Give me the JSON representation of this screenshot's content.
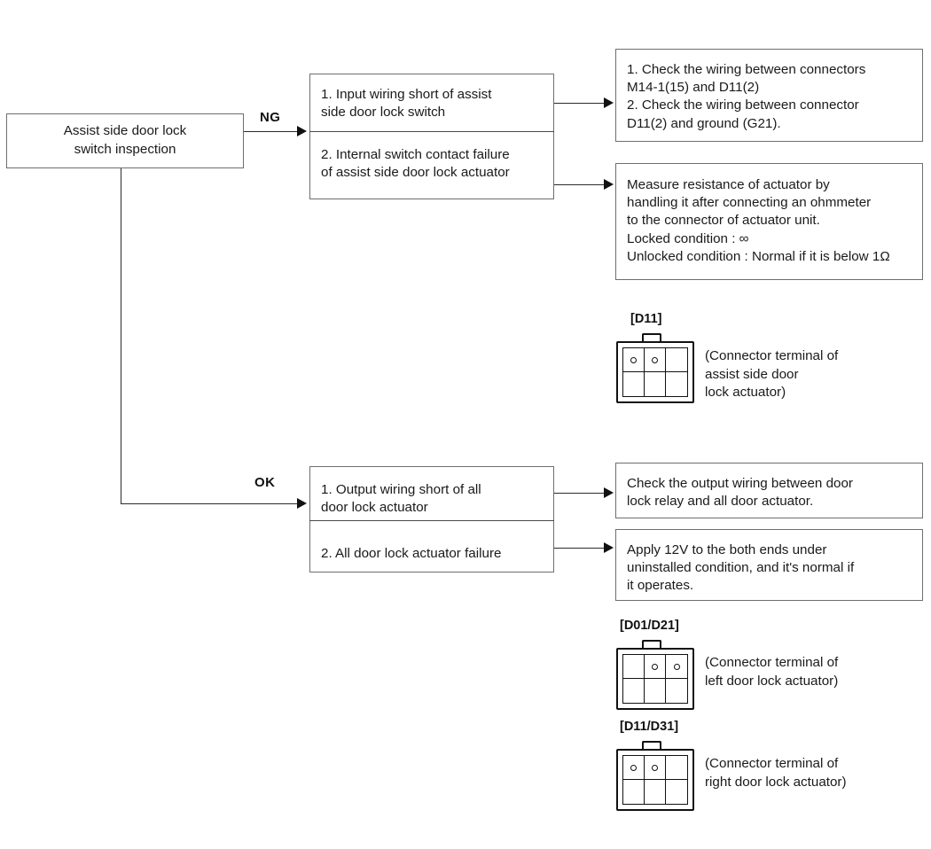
{
  "diagram": {
    "title": "Assist side door lock switch inspection",
    "start_box": {
      "text": "Assist side door lock\nswitch inspection"
    },
    "branches": {
      "ng_label": "NG",
      "ok_label": "OK"
    },
    "ng_causes": [
      {
        "text": "1. Input wiring short of assist\n    side door lock switch"
      },
      {
        "text": "2. Internal switch contact failure\n    of assist side door lock actuator"
      }
    ],
    "ng_actions": [
      {
        "text": "1. Check the wiring between connectors\n    M14-1(15) and D11(2)\n2. Check the wiring between connector\n    D11(2) and ground (G21)."
      },
      {
        "text": "Measure resistance of actuator by\nhandling it after connecting an ohmmeter\nto the connector of actuator unit.\nLocked condition : ∞\nUnlocked condition : Normal if it is below 1Ω"
      }
    ],
    "ok_causes": [
      {
        "text": "1. Output wiring short of all\n    door lock actuator"
      },
      {
        "text": "2. All door lock actuator failure"
      }
    ],
    "ok_actions": [
      {
        "text": "Check the output wiring between door\nlock relay and all door actuator."
      },
      {
        "text": "Apply 12V to the both ends under\nuninstalled condition, and it's normal if\nit operates."
      }
    ],
    "connectors": [
      {
        "tag": "[D11]",
        "caption": "(Connector terminal of\n   assist side door\n   lock actuator)",
        "pins": [
          true,
          true,
          false,
          false,
          false,
          false
        ]
      },
      {
        "tag": "[D01/D21]",
        "caption": "(Connector terminal of\n   left door lock actuator)",
        "pins": [
          false,
          true,
          true,
          false,
          false,
          false
        ]
      },
      {
        "tag": "[D11/D31]",
        "caption": "(Connector terminal of\n   right door  lock actuator)",
        "pins": [
          true,
          true,
          false,
          false,
          false,
          false
        ]
      }
    ],
    "colors": {
      "line": "#2b2b2b",
      "box_border": "#6e6e6e",
      "background": "#ffffff",
      "text": "#1a1a1a"
    }
  }
}
